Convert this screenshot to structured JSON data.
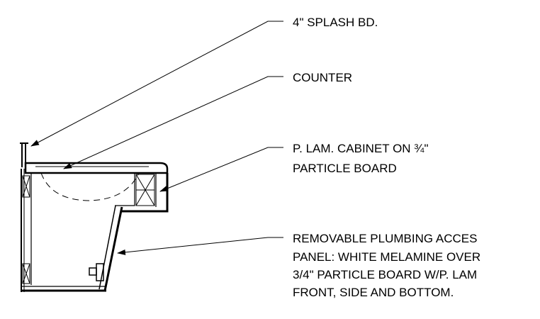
{
  "callouts": {
    "splash": "4\" SPLASH BD.",
    "counter": "COUNTER",
    "cabinet": [
      "P. LAM. CABINET ON ¾\"",
      "PARTICLE BOARD"
    ],
    "panel": [
      "REMOVABLE PLUMBING ACCES",
      "PANEL: WHITE MELAMINE OVER",
      "3/4\" PARTICLE BOARD W/P. LAM",
      "FRONT, SIDE AND BOTTOM."
    ]
  }
}
